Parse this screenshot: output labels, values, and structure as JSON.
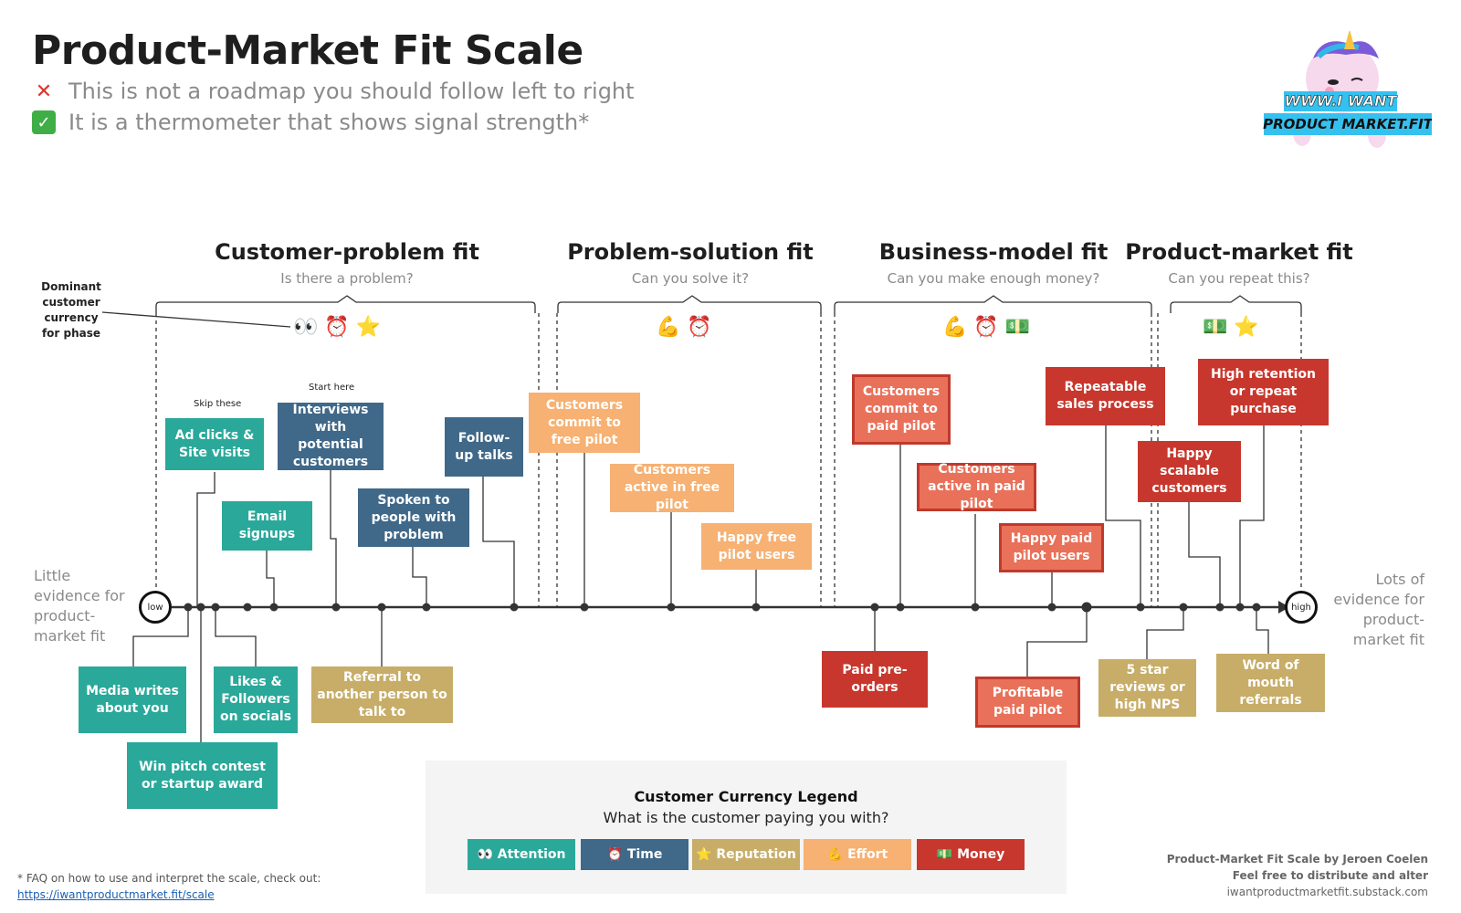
{
  "header": {
    "title": "Product-Market Fit Scale",
    "line1": "This is not a roadmap you should follow left to right",
    "line2": "It is a thermometer that shows signal strength*",
    "line1_icon": "cross-mark-icon",
    "line2_icon": "check-mark-icon"
  },
  "logo": {
    "line1": "WWW.I WANT",
    "line2": "PRODUCT MARKET.FIT"
  },
  "phases": [
    {
      "title": "Customer-problem fit",
      "question": "Is there a problem?",
      "currency": "👀 ⏰ ⭐"
    },
    {
      "title": "Problem-solution fit",
      "question": "Can you solve it?",
      "currency": "💪 ⏰"
    },
    {
      "title": "Business-model fit",
      "question": "Can you make enough money?",
      "currency": "💪 ⏰ 💵"
    },
    {
      "title": "Product-market fit",
      "question": "Can you repeat this?",
      "currency": "💵 ⭐"
    }
  ],
  "annotations": {
    "dominant": "Dominant customer currency for phase",
    "skip": "Skip these",
    "start": "Start here",
    "left_label": "Little evidence for product-market fit",
    "right_label": "Lots of evidence for product-market fit",
    "low": "low",
    "high": "high"
  },
  "signals": {
    "ad_clicks": "Ad clicks & Site visits",
    "email_signups": "Email signups",
    "interviews": "Interviews with potential customers",
    "spoken": "Spoken to people with problem",
    "followup": "Follow-up talks",
    "media": "Media writes about you",
    "win_pitch": "Win pitch contest or startup award",
    "likes": "Likes & Followers on socials",
    "referral": "Referral to another person to talk to",
    "commit_free": "Customers commit to free pilot",
    "active_free": "Customers active in free pilot",
    "happy_free": "Happy free pilot users",
    "commit_paid": "Customers commit to paid pilot",
    "active_paid": "Customers active in paid pilot",
    "happy_paid": "Happy paid pilot users",
    "paid_preorders": "Paid pre-orders",
    "profitable": "Profitable paid pilot",
    "repeatable": "Repeatable sales process",
    "happy_scalable": "Happy scalable customers",
    "high_retention": "High retention or repeat purchase",
    "five_star": "5 star reviews or high NPS",
    "word_of_mouth": "Word of mouth referrals"
  },
  "legend": {
    "title": "Customer Currency Legend",
    "subtitle": "What is the customer paying you with?",
    "items": [
      {
        "label": "👀 Attention",
        "color": "#2aa89a"
      },
      {
        "label": "⏰ Time",
        "color": "#3f6889"
      },
      {
        "label": "⭐ Reputation",
        "color": "#c7ad68"
      },
      {
        "label": "💪 Effort",
        "color": "#f6b173"
      },
      {
        "label": "💵 Money",
        "color": "#c8372d"
      }
    ]
  },
  "footer": {
    "faq": "* FAQ on how to use and interpret the scale, check out:",
    "faq_link": "https://iwantproductmarket.fit/scale",
    "credit1": "Product-Market Fit Scale by Jeroen Coelen",
    "credit2": "Feel free to distribute and alter",
    "credit3": "iwantproductmarketfit.substack.com"
  }
}
